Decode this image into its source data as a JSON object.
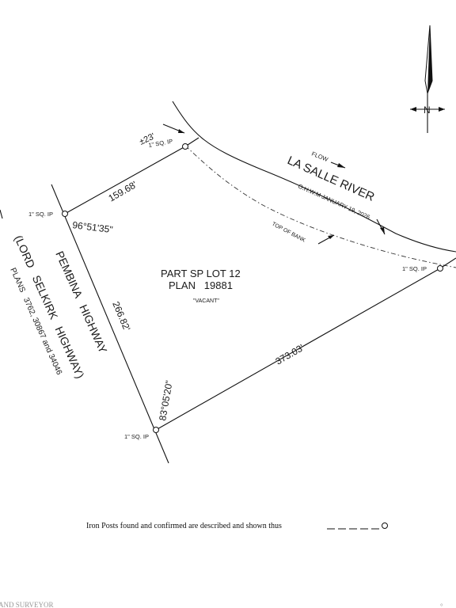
{
  "lot": {
    "title_line1": "PART SP LOT 12",
    "title_line2": "PLAN   19881",
    "status": "\"VACANT\""
  },
  "river": {
    "name": "LA SALLE RIVER",
    "flow_label": "FLOW",
    "ohwm_label": "O.H.W.M JANUARY 19, 2026",
    "top_of_bank": "TOP  OF  BANK"
  },
  "road": {
    "name": "PEMBINA   HIGHWAY",
    "alt_name": "(LORD   SELKIRK   HIGHWAY)",
    "plans": "PLANS   3762, 30867 and 34046"
  },
  "dimensions": {
    "north_line": "159.68'",
    "west_line": "266.82'",
    "south_line": "373.03'",
    "offset": "±23'"
  },
  "angles": {
    "north_west": "96°51'35\"",
    "south_west": "83°05'20\""
  },
  "posts": {
    "label": "1\" SQ. IP"
  },
  "north_arrow": {
    "label": "N"
  },
  "legend": {
    "text": "Iron Posts found and confirmed are described and shown thus"
  },
  "footer": {
    "text": "AND SURVEYOR"
  }
}
